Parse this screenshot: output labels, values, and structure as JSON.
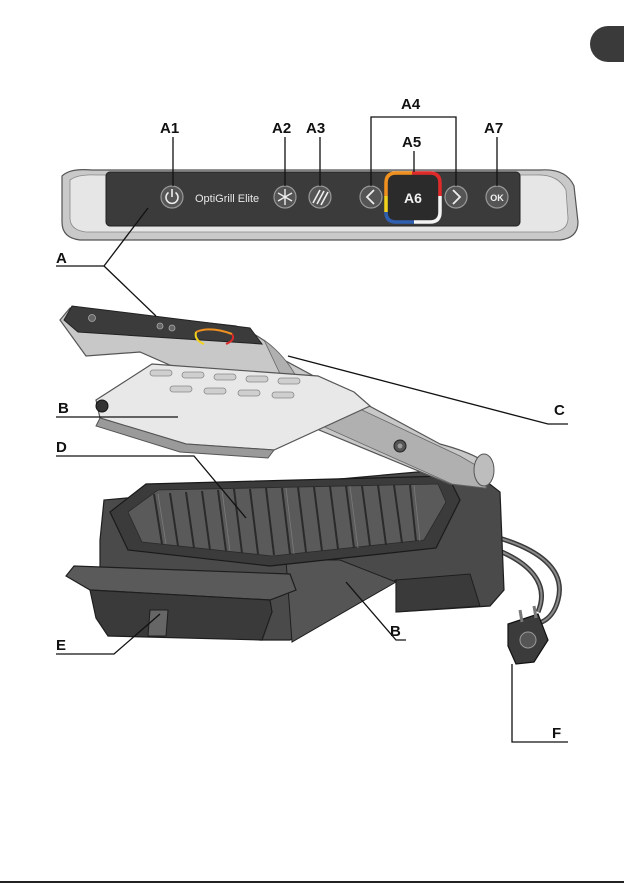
{
  "panel": {
    "brand": "OptiGrill Elite",
    "display_code": "A6",
    "ok_label": "OK"
  },
  "labels": {
    "A1": "A1",
    "A2": "A2",
    "A3": "A3",
    "A4": "A4",
    "A5": "A5",
    "A6": "A6",
    "A7": "A7",
    "A": "A",
    "B_lid": "B",
    "B_base": "B",
    "C": "C",
    "D": "D",
    "E": "E",
    "F": "F"
  },
  "colors": {
    "ring_orange": "#f0901e",
    "ring_red": "#e02a2a",
    "ring_yellow": "#f2d21b",
    "ring_blue": "#2f5fb0",
    "panel_dark": "#3b3b3b",
    "body_dark": "#4a4a4a",
    "metal": "#cfcfcf"
  },
  "icons": [
    "power-icon",
    "snowflake-icon",
    "manual-mode-icon",
    "chevron-left-icon",
    "chevron-right-icon",
    "ok-icon",
    "plug-icon"
  ]
}
